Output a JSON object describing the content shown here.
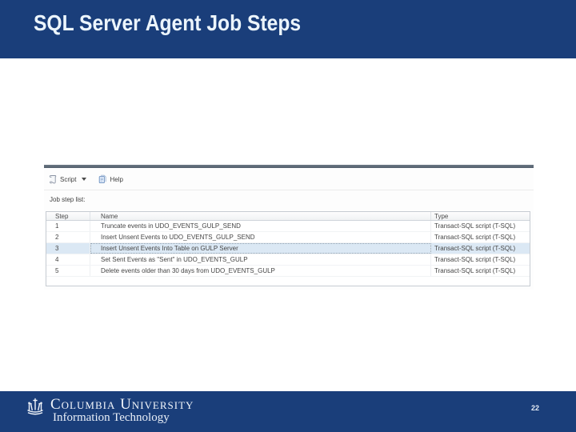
{
  "slide": {
    "title": "SQL Server Agent Job Steps",
    "page_number": "22"
  },
  "footer": {
    "org_name": "Columbia University",
    "org_dept": "Information Technology"
  },
  "dialog": {
    "toolbar": {
      "script_label": "Script",
      "help_label": "Help"
    },
    "list_label": "Job step list:",
    "table": {
      "columns": [
        "Step",
        "Name",
        "Type"
      ],
      "rows": [
        {
          "step": "1",
          "name": "Truncate events in UDO_EVENTS_GULP_SEND",
          "type": "Transact-SQL script (T-SQL)",
          "selected": false
        },
        {
          "step": "2",
          "name": "Insert Unsent Events to UDO_EVENTS_GULP_SEND",
          "type": "Transact-SQL script (T-SQL)",
          "selected": false
        },
        {
          "step": "3",
          "name": "Insert Unsent Events Into Table on GULP Server",
          "type": "Transact-SQL script (T-SQL)",
          "selected": true
        },
        {
          "step": "4",
          "name": "Set Sent Events as \"Sent\" in UDO_EVENTS_GULP",
          "type": "Transact-SQL script (T-SQL)",
          "selected": false
        },
        {
          "step": "5",
          "name": "Delete events older than 30 days from UDO_EVENTS_GULP",
          "type": "Transact-SQL script (T-SQL)",
          "selected": false
        }
      ]
    }
  },
  "colors": {
    "navy": "#1a3e7a",
    "title_text": "#ecf5fc",
    "selected_row": "#dbe8f4",
    "screenshot_topbar": "#5b6875",
    "table_border": "#c6cbd2"
  }
}
